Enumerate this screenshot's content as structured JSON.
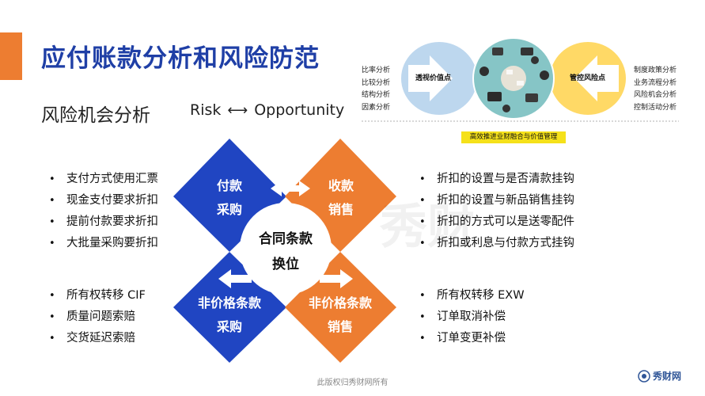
{
  "header": {
    "title": "应付账款分析和风险防范",
    "subtitle": "风险机会分析",
    "risk": "Risk",
    "opportunity": "Opportunity",
    "arrow_icon": "double-arrow-icon"
  },
  "colors": {
    "blue": "#2045C2",
    "orange": "#ED7D31",
    "title_blue": "#1F3FA6",
    "mini_blue": "#BDD7EE",
    "mini_yellow": "#FFD966",
    "label_yellow": "#F5E11A"
  },
  "diamonds": {
    "top_left": {
      "line1": "付款",
      "line2": "采购"
    },
    "top_right": {
      "line1": "收款",
      "line2": "销售"
    },
    "bottom_left": {
      "line1": "非价格条款",
      "line2": "采购"
    },
    "bottom_right": {
      "line1": "非价格条款",
      "line2": "销售"
    },
    "center": {
      "line1": "合同条款",
      "line2": "换位"
    }
  },
  "lists": {
    "top_left": [
      "支付方式使用汇票",
      "现金支付要求折扣",
      "提前付款要求折扣",
      "大批量采购要折扣"
    ],
    "bottom_left": [
      "所有权转移 CIF",
      "质量问题索赔",
      "交货延迟索赔"
    ],
    "top_right": [
      "折扣的设置与是否清款挂钩",
      "折扣的设置与新品销售挂钩",
      "折扣的方式可以是送零配件",
      "折扣或利息与付款方式挂钩"
    ],
    "bottom_right": [
      "所有权转移 EXW",
      "订单取消补偿",
      "订单变更补偿"
    ]
  },
  "mini_diagram": {
    "left_items": [
      "比率分析",
      "比较分析",
      "结构分析",
      "因素分析"
    ],
    "right_items": [
      "制度政策分析",
      "业务流程分析",
      "风险机会分析",
      "控制活动分析"
    ],
    "left_arrow_label": "透视价值点",
    "right_arrow_label": "管控风险点",
    "bottom_label": "高效推进业财融合与价值管理"
  },
  "footer": {
    "copyright": "此版权归秀财网所有",
    "logo": "秀财网"
  },
  "watermark": "秀财"
}
